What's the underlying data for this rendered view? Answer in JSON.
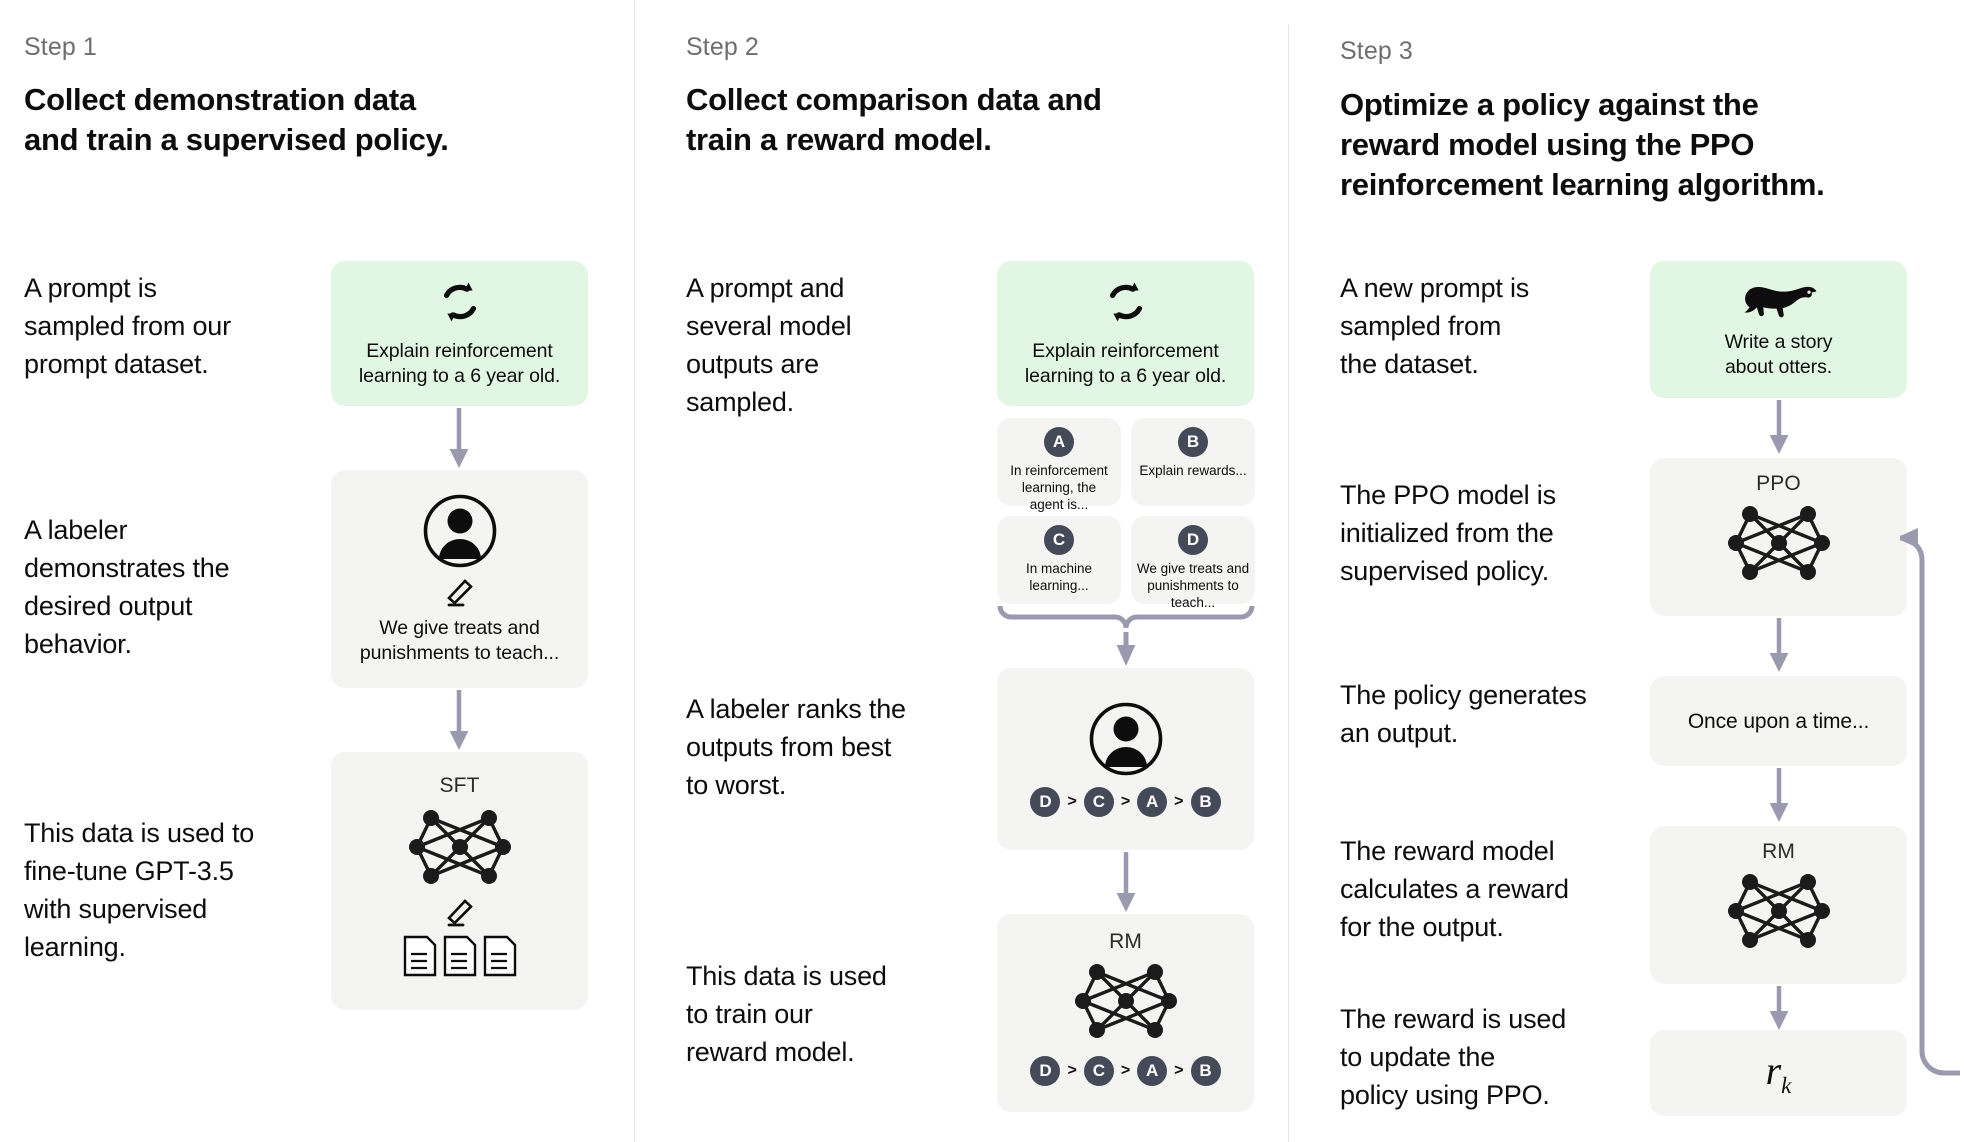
{
  "meta": {
    "accent_green": "#e2f7e3",
    "card_gray": "#f4f4f2",
    "badge_dark": "#454a58",
    "arrow_gray": "#9a9aae",
    "divider_gray": "#e4e4e4"
  },
  "columns": [
    {
      "step_label": "Step 1",
      "title": "Collect demonstration data\nand train a supervised policy.",
      "body": [
        "A prompt is\nsampled from our\nprompt dataset.",
        "A labeler\ndemonstrates the\ndesired output\nbehavior.",
        "This data is used to\nfine-tune GPT-3.5\nwith supervised\nlearning."
      ],
      "cards": [
        {
          "icon": "cycle-icon",
          "text": "Explain reinforcement\nlearning to a 6 year old.",
          "style": "green"
        },
        {
          "icon": "labeler-person-icon",
          "sub_icon": "pencil-icon",
          "text": "We give treats and\npunishments to teach...",
          "style": "gray"
        },
        {
          "title": "SFT",
          "icon": "neural-network-icon",
          "sub_icon": "pencil-icon",
          "extra_icon": "documents-icon",
          "style": "gray"
        }
      ]
    },
    {
      "step_label": "Step 2",
      "title": "Collect comparison data and\ntrain a reward model.",
      "body": [
        "A prompt and\nseveral model\noutputs are\nsampled.",
        "A labeler ranks the\noutputs from best\nto worst.",
        "This data is used\nto train our\nreward model."
      ],
      "cards": [
        {
          "icon": "cycle-icon",
          "text": "Explain reinforcement\nlearning to a 6 year old.",
          "style": "green"
        }
      ],
      "options": [
        {
          "letter": "A",
          "text": "In reinforcement\nlearning, the\nagent is..."
        },
        {
          "letter": "B",
          "text": "Explain rewards..."
        },
        {
          "letter": "C",
          "text": "In machine\nlearning..."
        },
        {
          "letter": "D",
          "text": "We give treats and\npunishments to\nteach..."
        }
      ],
      "ranking": [
        "D",
        "C",
        "A",
        "B"
      ],
      "ranking_separator": ">",
      "rank_card": {
        "icon": "labeler-person-icon",
        "style": "gray"
      },
      "rm_card": {
        "title": "RM",
        "icon": "neural-network-icon",
        "style": "gray"
      }
    },
    {
      "step_label": "Step 3",
      "title": "Optimize a policy against the\nreward model using the PPO\nreinforcement learning algorithm.",
      "body": [
        "A new prompt is\nsampled from\nthe dataset.",
        "The PPO model is\ninitialized from the\nsupervised policy.",
        "The policy generates\nan output.",
        "The reward model\ncalculates a reward\nfor the output.",
        "The reward is used\nto update the\npolicy using PPO."
      ],
      "cards": [
        {
          "icon": "otter-icon",
          "text": "Write a story\nabout otters.",
          "style": "green"
        },
        {
          "title": "PPO",
          "icon": "neural-network-icon",
          "style": "gray"
        },
        {
          "text": "Once upon a time...",
          "style": "gray"
        },
        {
          "title": "RM",
          "icon": "neural-network-icon",
          "style": "gray"
        },
        {
          "reward": "r",
          "reward_sub": "k",
          "style": "gray"
        }
      ]
    }
  ]
}
